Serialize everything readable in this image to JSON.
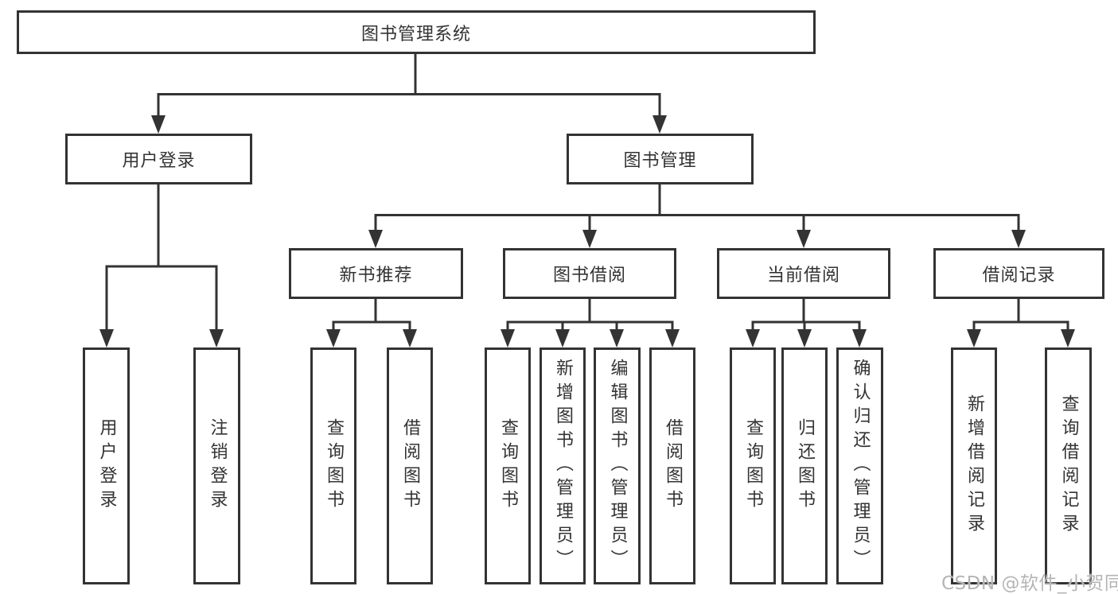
{
  "diagram": {
    "root": {
      "label": "图书管理系统"
    },
    "branches": [
      {
        "label": "用户登录",
        "children": [
          {
            "label": "用户登录"
          },
          {
            "label": "注销登录"
          }
        ]
      },
      {
        "label": "图书管理",
        "children": [
          {
            "label": "新书推荐",
            "children": [
              {
                "label": "查询图书"
              },
              {
                "label": "借阅图书"
              }
            ]
          },
          {
            "label": "图书借阅",
            "children": [
              {
                "label": "查询图书"
              },
              {
                "label": "新增图书（管理员）"
              },
              {
                "label": "编辑图书（管理员）"
              },
              {
                "label": "借阅图书"
              }
            ]
          },
          {
            "label": "当前借阅",
            "children": [
              {
                "label": "查询图书"
              },
              {
                "label": "归还图书"
              },
              {
                "label": "确认归还（管理员）"
              }
            ]
          },
          {
            "label": "借阅记录",
            "children": [
              {
                "label": "新增借阅记录"
              },
              {
                "label": "查询借阅记录"
              }
            ]
          }
        ]
      }
    ]
  },
  "watermark": {
    "text": "CSDN @软件_小贺同学"
  },
  "colors": {
    "line": "#333333",
    "box_border": "#333333",
    "text": "#333333",
    "watermark": "#b5b5b5",
    "background": "#ffffff"
  }
}
